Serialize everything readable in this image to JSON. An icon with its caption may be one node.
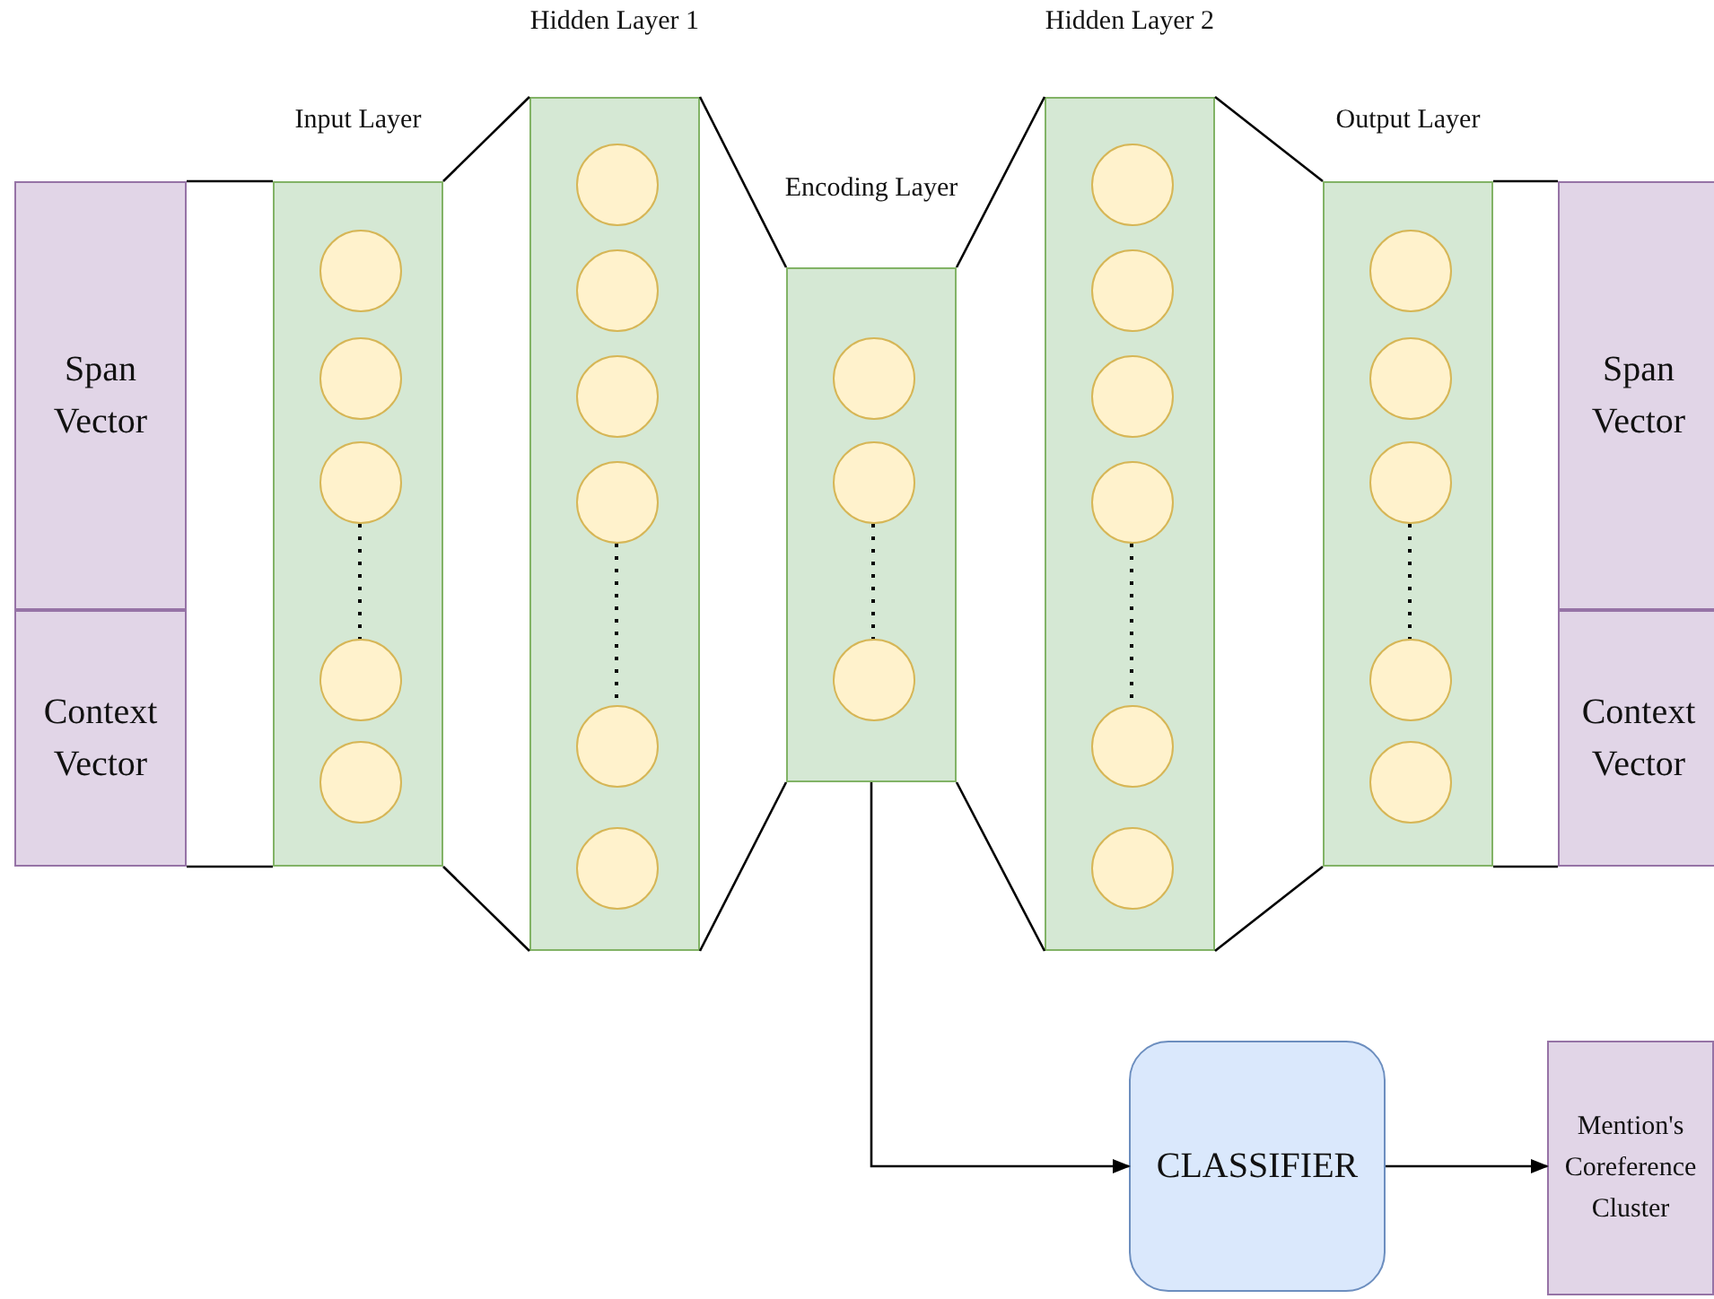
{
  "diagram": {
    "nodes": [
      {
        "text": [
          "Span Vector"
        ]
      },
      {
        "text": [
          "Context Vector"
        ]
      },
      {
        "text": [
          "Input Layer"
        ]
      },
      {
        "text": [],
        "shape": "circle",
        "in": 2
      },
      {
        "text": [],
        "shape": "circle",
        "in": 2
      },
      {
        "text": [],
        "shape": "circle",
        "in": 2
      },
      {
        "text": [],
        "shape": "circle",
        "in": 2
      },
      {
        "text": [],
        "shape": "circle",
        "in": 2
      },
      {
        "text": [
          "Hidden Layer 1"
        ]
      },
      {
        "text": [],
        "shape": "circle",
        "in": 8
      },
      {
        "text": [],
        "shape": "circle",
        "in": 8
      },
      {
        "text": [],
        "shape": "circle",
        "in": 8
      },
      {
        "text": [],
        "shape": "circle",
        "in": 8
      },
      {
        "text": [],
        "shape": "circle",
        "in": 8
      },
      {
        "text": [],
        "shape": "circle",
        "in": 8
      },
      {
        "text": [
          "Encoding Layer"
        ]
      },
      {
        "text": [],
        "shape": "circle",
        "in": 15
      },
      {
        "text": [],
        "shape": "circle",
        "in": 15
      },
      {
        "text": [],
        "shape": "circle",
        "in": 15
      },
      {
        "text": [
          "Hidden Layer 2"
        ]
      },
      {
        "text": [],
        "shape": "circle",
        "in": 19
      },
      {
        "text": [],
        "shape": "circle",
        "in": 19
      },
      {
        "text": [],
        "shape": "circle",
        "in": 19
      },
      {
        "text": [],
        "shape": "circle",
        "in": 19
      },
      {
        "text": [],
        "shape": "circle",
        "in": 19
      },
      {
        "text": [],
        "shape": "circle",
        "in": 19
      },
      {
        "text": [
          "Output Layer"
        ]
      },
      {
        "text": [],
        "shape": "circle",
        "in": 26
      },
      {
        "text": [],
        "shape": "circle",
        "in": 26
      },
      {
        "text": [],
        "shape": "circle",
        "in": 26
      },
      {
        "text": [],
        "shape": "circle",
        "in": 26
      },
      {
        "text": [],
        "shape": "circle",
        "in": 26
      },
      {
        "text": [
          "Span Vector"
        ]
      },
      {
        "text": [
          "Context Vector"
        ]
      },
      {
        "text": [
          "CLASSIFIER"
        ]
      },
      {
        "text": [
          "Mention's Coreference Cluster"
        ]
      }
    ],
    "edges": [
      {
        "from": 0,
        "to": 2,
        "arrow": "none"
      },
      {
        "from": 1,
        "to": 2,
        "arrow": "none"
      },
      {
        "from": 2,
        "to": 8,
        "arrow": "none"
      },
      {
        "from": 2,
        "to": 8,
        "arrow": "none"
      },
      {
        "from": 8,
        "to": 15,
        "arrow": "none"
      },
      {
        "from": 8,
        "to": 15,
        "arrow": "none"
      },
      {
        "from": 15,
        "to": 19,
        "arrow": "none"
      },
      {
        "from": 15,
        "to": 19,
        "arrow": "none"
      },
      {
        "from": 19,
        "to": 26,
        "arrow": "none"
      },
      {
        "from": 19,
        "to": 26,
        "arrow": "none"
      },
      {
        "from": 26,
        "to": 32,
        "arrow": "none"
      },
      {
        "from": 26,
        "to": 33,
        "arrow": "none"
      },
      {
        "from": 5,
        "to": 6,
        "arrow": "none",
        "style": "dashed"
      },
      {
        "from": 12,
        "to": 13,
        "arrow": "none",
        "style": "dashed"
      },
      {
        "from": 17,
        "to": 18,
        "arrow": "none",
        "style": "dashed"
      },
      {
        "from": 23,
        "to": 24,
        "arrow": "none",
        "style": "dashed"
      },
      {
        "from": 29,
        "to": 30,
        "arrow": "none",
        "style": "dashed"
      },
      {
        "from": 15,
        "to": 34,
        "arrow": "to"
      },
      {
        "from": 34,
        "to": 35,
        "arrow": "to"
      }
    ]
  }
}
